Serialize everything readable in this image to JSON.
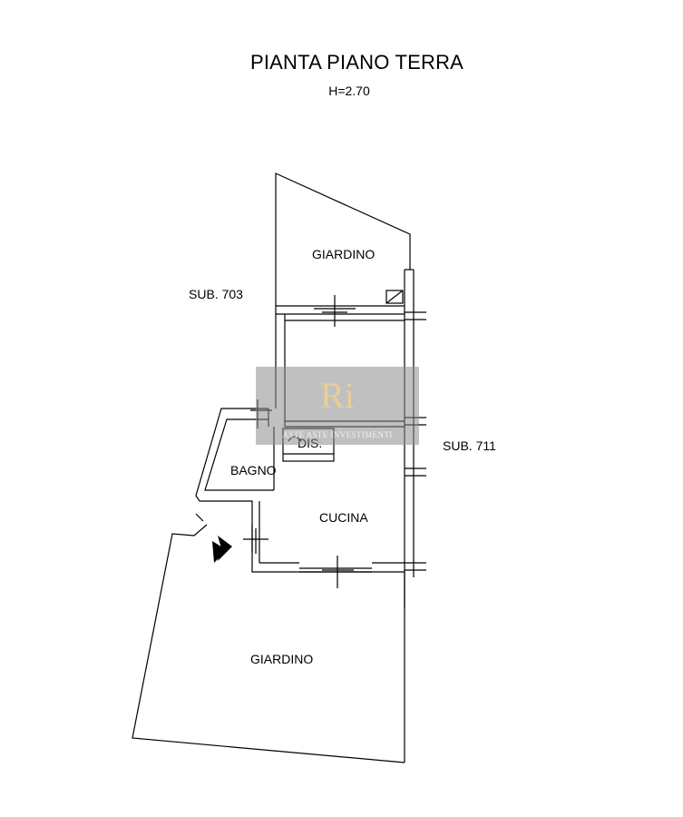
{
  "plan": {
    "title": "PIANTA PIANO TERRA",
    "height_label": "H=2.70"
  },
  "rooms": {
    "giardino_north": "GIARDINO",
    "giardino_south": "GIARDINO",
    "bagno": "BAGNO",
    "dis": "DIS.",
    "cucina": "CUCINA"
  },
  "neighbors": {
    "west": "SUB. 703",
    "east": "SUB. 711"
  },
  "watermark": {
    "logo": "Ri",
    "text": "ASTE ASTE INVESTIMENTI"
  },
  "colors": {
    "line": "#000000",
    "watermark_bg": "#8c8c8c",
    "watermark_logo": "#e7cf9a"
  },
  "icons": {
    "entrance": "entrance-arrow-icon"
  }
}
